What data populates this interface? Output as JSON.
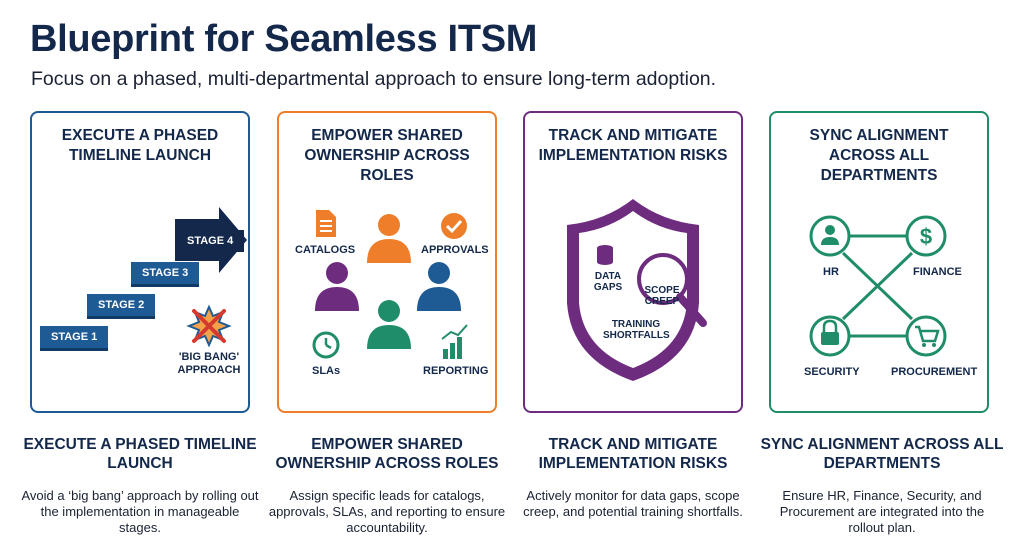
{
  "title": "Blueprint for Seamless ITSM",
  "subtitle": "Focus on a phased, multi-departmental approach to ensure long-term adoption.",
  "colors": {
    "navy": "#13284a",
    "blue": "#1e5a94",
    "orange": "#ee7e2a",
    "purple": "#6e2c7f",
    "green": "#1f8c6a"
  },
  "cards": [
    {
      "heading": "EXECUTE A PHASED TIMELINE LAUNCH",
      "stages": [
        "STAGE 1",
        "STAGE 2",
        "STAGE 3",
        "STAGE 4"
      ],
      "badge_label": "'BIG BANG' APPROACH",
      "title": "EXECUTE A PHASED TIMELINE LAUNCH",
      "description": "Avoid a ‘big bang’ approach by rolling out the implementation in manageable stages."
    },
    {
      "heading": "EMPOWER SHARED OWNERSHIP ACROSS ROLES",
      "items": [
        {
          "label": "CATALOGS",
          "icon": "document-icon"
        },
        {
          "label": "APPROVALS",
          "icon": "check-circle-icon"
        },
        {
          "label": "SLAs",
          "icon": "clock-icon"
        },
        {
          "label": "REPORTING",
          "icon": "bar-chart-icon"
        }
      ],
      "title": "EMPOWER SHARED OWNERSHIP ACROSS ROLES",
      "description": "Assign specific leads for catalogs, approvals, SLAs, and reporting to ensure accountability."
    },
    {
      "heading": "TRACK AND MITIGATE IMPLEMENTATION RISKS",
      "risks": [
        "DATA GAPS",
        "SCOPE CREEP",
        "TRAINING SHORTFALLS"
      ],
      "title": "TRACK AND MITIGATE IMPLEMENTATION RISKS",
      "description": "Actively monitor for data gaps, scope creep, and potential training shortfalls."
    },
    {
      "heading": "SYNC ALIGNMENT ACROSS ALL DEPARTMENTS",
      "departments": [
        {
          "label": "HR",
          "icon": "person-icon"
        },
        {
          "label": "FINANCE",
          "icon": "dollar-icon"
        },
        {
          "label": "SECURITY",
          "icon": "lock-icon"
        },
        {
          "label": "PROCUREMENT",
          "icon": "cart-icon"
        }
      ],
      "title": "SYNC ALIGNMENT ACROSS ALL DEPARTMENTS",
      "description": "Ensure HR, Finance, Security, and Procurement are integrated into the rollout plan."
    }
  ]
}
